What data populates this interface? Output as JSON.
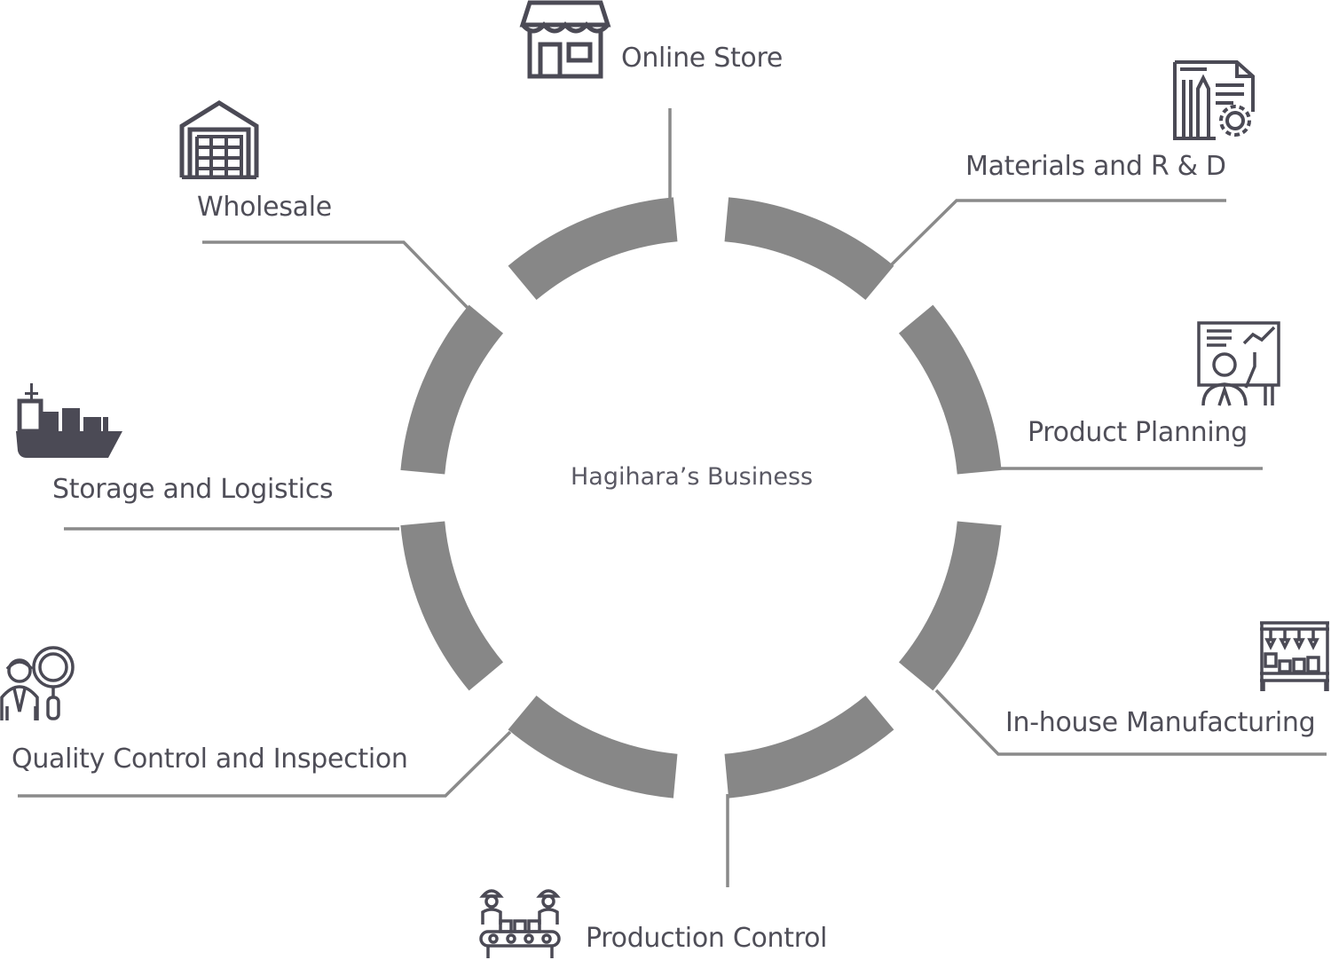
{
  "title": "Hagihara’s Business",
  "colors": {
    "ring": "#878787",
    "connector": "#8a8a8a",
    "icon": "#4b4a55",
    "text": "#4f4e58"
  },
  "segments": 8,
  "nodes": [
    {
      "id": "online-store",
      "label": "Online Store",
      "icon": "storefront-icon"
    },
    {
      "id": "materials-rd",
      "label": "Materials and R & D",
      "icon": "blueprint-gear-icon"
    },
    {
      "id": "product-planning",
      "label": "Product Planning",
      "icon": "presenter-chart-icon"
    },
    {
      "id": "in-house-manufacturing",
      "label": "In-house Manufacturing",
      "icon": "assembly-line-icon"
    },
    {
      "id": "production-control",
      "label": "Production Control",
      "icon": "workers-conveyor-icon"
    },
    {
      "id": "quality-control",
      "label": "Quality Control and Inspection",
      "icon": "inspector-magnifier-icon"
    },
    {
      "id": "storage-logistics",
      "label": "Storage and Logistics",
      "icon": "cargo-ship-icon"
    },
    {
      "id": "wholesale",
      "label": "Wholesale",
      "icon": "warehouse-icon"
    }
  ]
}
